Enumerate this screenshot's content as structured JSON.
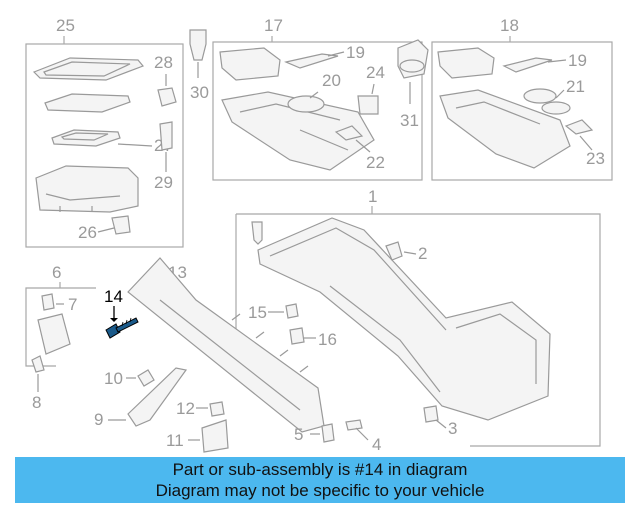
{
  "diagram": {
    "labels": {
      "n1": "1",
      "n2": "2",
      "n3": "3",
      "n4": "4",
      "n5": "5",
      "n6": "6",
      "n7": "7",
      "n8": "8",
      "n9": "9",
      "n10": "10",
      "n11": "11",
      "n12": "12",
      "n13": "13",
      "n14": "14",
      "n15": "15",
      "n16": "16",
      "n17": "17",
      "n18": "18",
      "n19a": "19",
      "n19b": "19",
      "n20": "20",
      "n21": "21",
      "n22": "22",
      "n23": "23",
      "n24": "24",
      "n25": "25",
      "n26": "26",
      "n27": "27",
      "n28": "28",
      "n29": "29",
      "n30": "30",
      "n31": "31"
    },
    "highlighted_part": "14"
  },
  "banner": {
    "line1": "Part or sub-assembly is #14 in diagram",
    "line2": "Diagram may not be specific to your vehicle",
    "color": "#4cb8ef"
  },
  "colors": {
    "line": "#9a9a9a",
    "highlight": "#000000",
    "part_fill": "#f4f4f4"
  }
}
